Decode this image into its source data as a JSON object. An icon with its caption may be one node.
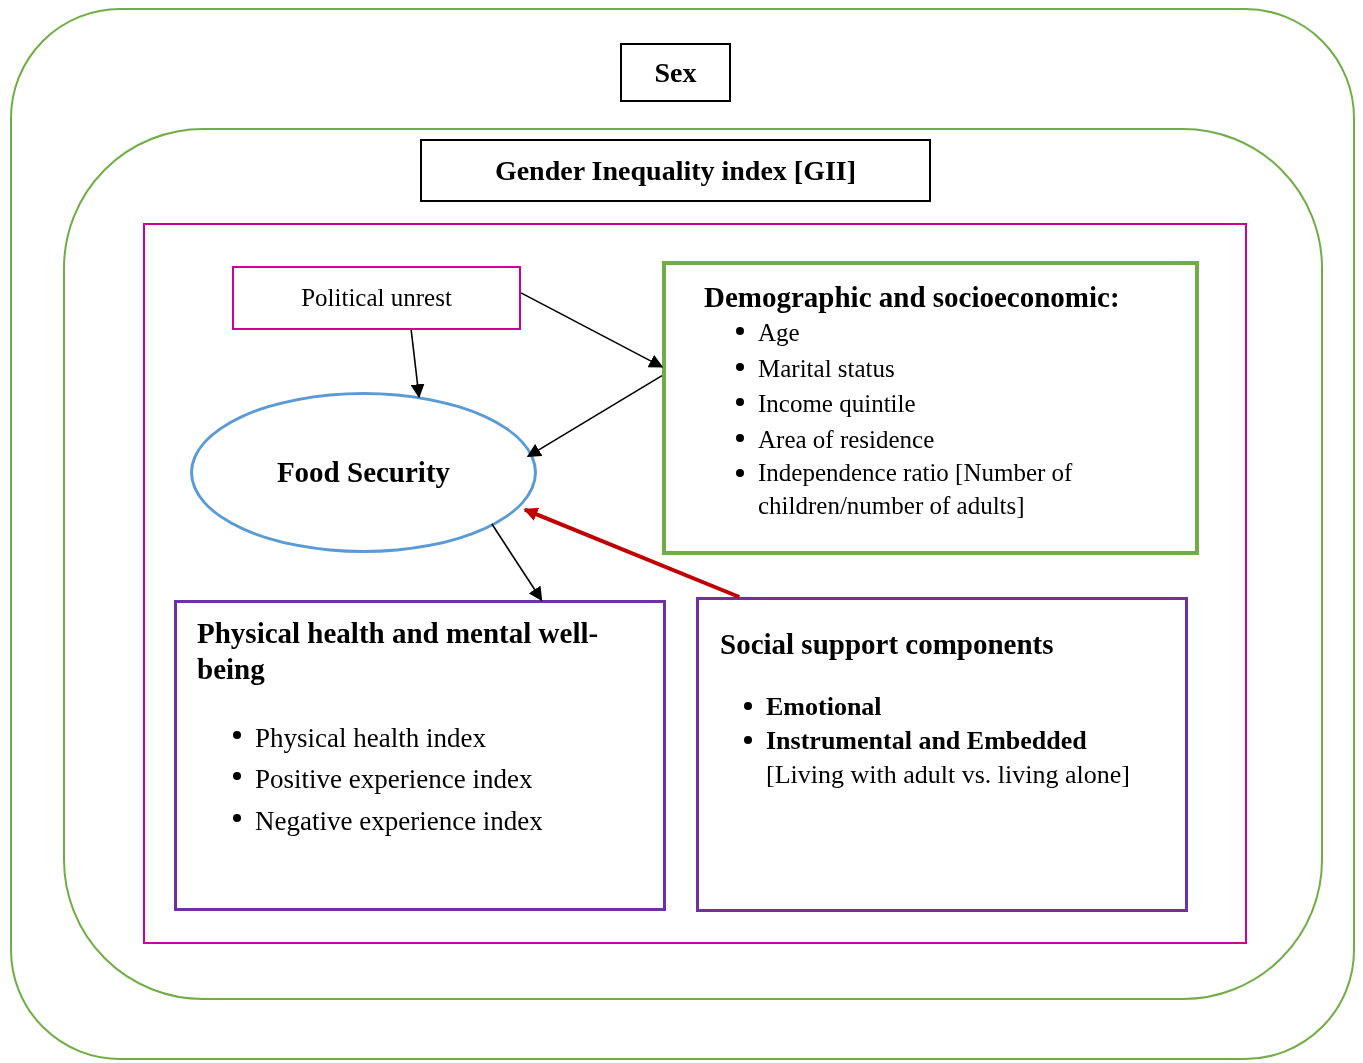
{
  "diagram": {
    "nodes": [
      {
        "text": [],
        "shape": "box"
      },
      {
        "text": [
          "Sex"
        ],
        "in": 0
      },
      {
        "text": [],
        "shape": "box",
        "in": 0
      },
      {
        "text": [
          "Gender Inequality index [GII]"
        ],
        "in": 2
      },
      {
        "text": [],
        "shape": "box",
        "in": 2
      },
      {
        "text": [
          "Political unrest"
        ],
        "in": 4
      },
      {
        "text": [
          "Demographic and socioeconomic:",
          "Age",
          "Marital status",
          "Income quintile",
          "Area of residence",
          "Independence ratio [Number of children/number of adults]"
        ],
        "in": 4
      },
      {
        "text": [
          "Food Security"
        ],
        "in": 4
      },
      {
        "text": [
          "Physical health and mental well-being",
          "Physical health index",
          "Positive experience index",
          "Negative experience index"
        ],
        "in": 4
      },
      {
        "text": [
          "Social support components",
          "Emotional",
          "**Instrumental and Embedded** [Living with adult vs. living alone]"
        ],
        "in": 4
      }
    ],
    "edges": [
      {
        "from": 5,
        "to": 7,
        "arrow": "to"
      },
      {
        "from": 5,
        "to": 6,
        "arrow": "to"
      },
      {
        "from": 6,
        "to": 7,
        "arrow": "to"
      },
      {
        "from": 7,
        "to": 8,
        "arrow": "to"
      },
      {
        "from": 9,
        "to": 7,
        "arrow": "to",
        "style": "thick",
        "color": "#c00000"
      }
    ]
  }
}
